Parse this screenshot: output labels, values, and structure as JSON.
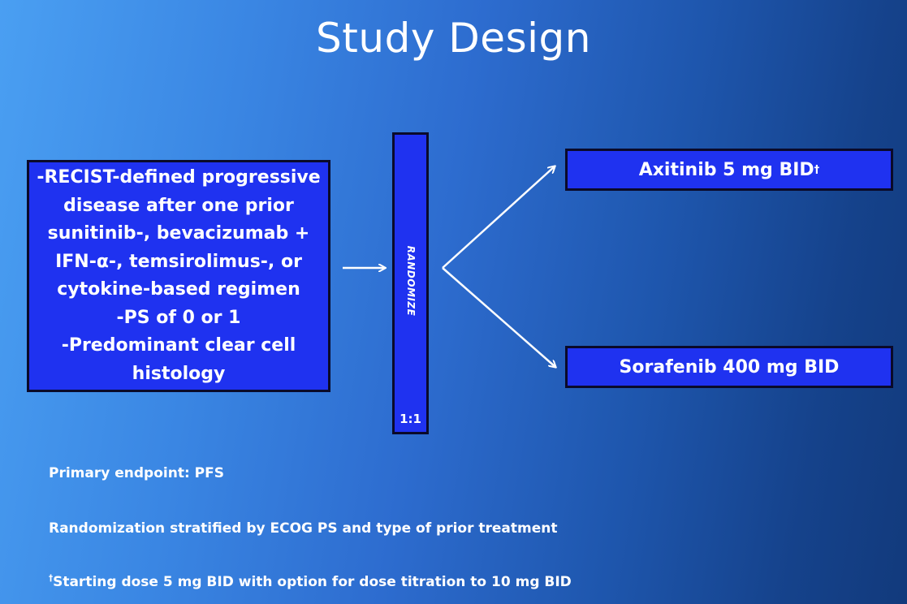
{
  "slide": {
    "title": "Study Design"
  },
  "eligibility": {
    "lines": [
      "-RECIST-defined progressive",
      "disease after one prior",
      "sunitinib-, bevacizumab +",
      "IFN-α-, temsirolimus-, or",
      "cytokine-based regimen",
      "-PS of 0 or 1",
      "-Predominant clear cell",
      "histology"
    ]
  },
  "randomization": {
    "label": "RANDOMIZE",
    "ratio": "1:1"
  },
  "arms": [
    {
      "label": "Axitinib 5 mg BID",
      "marker": "†"
    },
    {
      "label": "Sorafenib 400 mg BID",
      "marker": ""
    }
  ],
  "footnotes": {
    "primary_endpoint": "Primary endpoint:  PFS",
    "stratification": "Randomization stratified by ECOG PS and type of prior treatment",
    "dagger_marker": "†",
    "dose_note": "Starting dose 5 mg BID with option for dose titration to 10 mg BID"
  },
  "colors": {
    "box_fill": "#1f32f0",
    "box_border": "#0a0a2a",
    "arrow": "#ffffff"
  }
}
